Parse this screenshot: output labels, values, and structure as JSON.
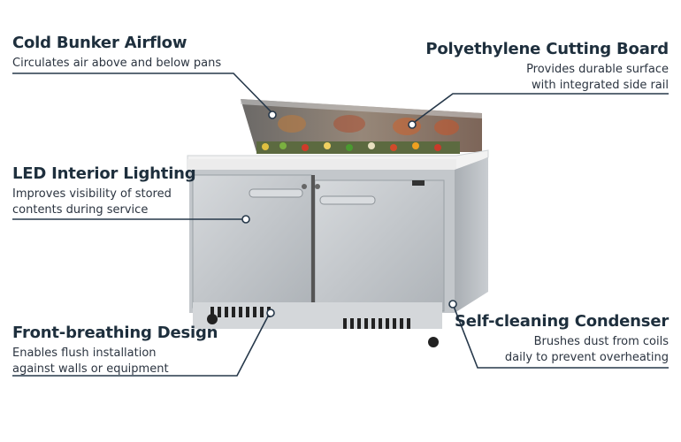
{
  "features": [
    {
      "id": "cold-bunker",
      "title": "Cold Bunker Airflow",
      "lines": [
        "Circulates air above and below pans"
      ]
    },
    {
      "id": "cutting-board",
      "title": "Polyethylene Cutting Board",
      "lines": [
        "Provides durable surface",
        "with integrated side rail"
      ]
    },
    {
      "id": "led",
      "title": "LED Interior Lighting",
      "lines": [
        "Improves visibility of stored",
        "contents during service"
      ]
    },
    {
      "id": "front-breathing",
      "title": "Front-breathing Design",
      "lines": [
        "Enables flush installation",
        "against walls or equipment"
      ]
    },
    {
      "id": "condenser",
      "title": "Self-cleaning Condenser",
      "lines": [
        "Brushes dust from coils",
        "daily to prevent overheating"
      ]
    }
  ],
  "colors": {
    "leader": "#26384a",
    "steel": "#c4c8cc",
    "accent": "#1e2f3d"
  }
}
